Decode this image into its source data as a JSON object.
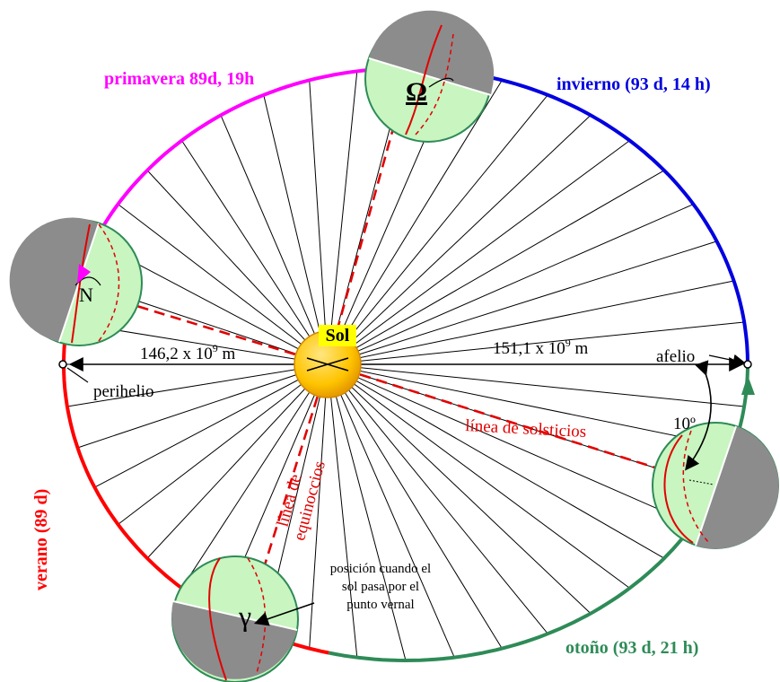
{
  "diagram": {
    "seasons": {
      "spring": {
        "label": "primavera 89d, 19h",
        "color": "#ff00ff"
      },
      "winter": {
        "label": "invierno (93 d, 14 h)",
        "color": "#0000e0"
      },
      "summer": {
        "label": "verano (89 d)",
        "color": "#ff0000"
      },
      "autumn": {
        "label": "otoño (93 d, 21 h)",
        "color": "#2e8b57"
      }
    },
    "sun": {
      "label": "Sol"
    },
    "perihelion": {
      "label": "perihelio",
      "distance_value": "146,2 x 10",
      "distance_exp": "9",
      "distance_unit": " m"
    },
    "aphelion": {
      "label": "afelio",
      "distance_value": "151,1 x 10",
      "distance_exp": "9",
      "distance_unit": " m"
    },
    "solstice_line": {
      "label": "línea de solsticios"
    },
    "equinox_line": {
      "label_line1": "línea de",
      "label_line2": "equinoccios"
    },
    "angle": {
      "label": "10º"
    },
    "vernal_note": {
      "line1": "posición cuando el",
      "line2": "sol pasa por el",
      "line3": "punto vernal"
    },
    "symbols": {
      "omega": "Ω",
      "gamma": "γ",
      "nu": "N"
    },
    "colors": {
      "earth_light": "#c8f5c0",
      "earth_dark": "#8c8c8c",
      "sun": "#ffc400",
      "sun_label_bg": "#ffff00",
      "dashed": "#e30000"
    }
  }
}
